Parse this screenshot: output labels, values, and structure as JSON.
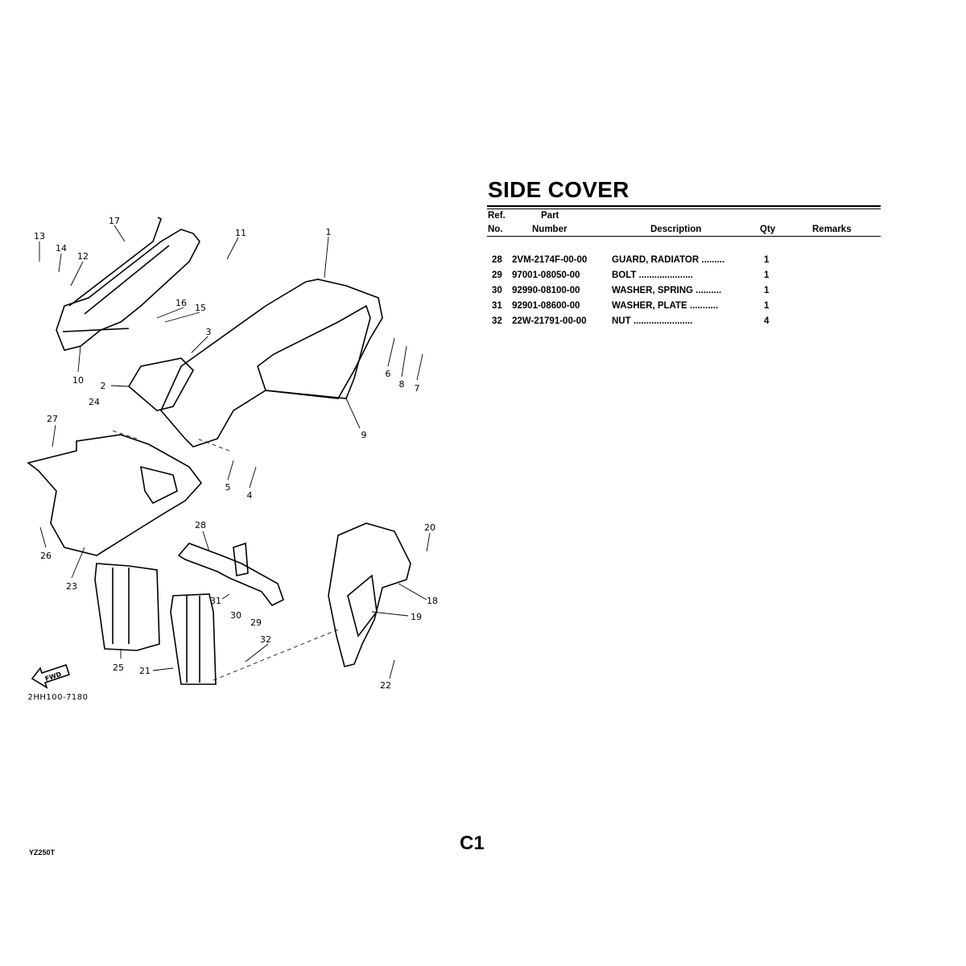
{
  "header": {
    "title": "SIDE COVER"
  },
  "table": {
    "columns": {
      "ref_line1": "Ref.",
      "ref_line2": "No.",
      "part_line1": "Part",
      "part_line2": "Number",
      "description": "Description",
      "qty": "Qty",
      "remarks": "Remarks"
    },
    "rows": [
      {
        "ref": "28",
        "part_number": "2VM-2174F-00-00",
        "description": "GUARD, RADIATOR .........",
        "qty": "1",
        "remarks": ""
      },
      {
        "ref": "29",
        "part_number": "97001-08050-00",
        "description": "BOLT .....................",
        "qty": "1",
        "remarks": ""
      },
      {
        "ref": "30",
        "part_number": "92990-08100-00",
        "description": "WASHER, SPRING ..........",
        "qty": "1",
        "remarks": ""
      },
      {
        "ref": "31",
        "part_number": "92901-08600-00",
        "description": "WASHER, PLATE ...........",
        "qty": "1",
        "remarks": ""
      },
      {
        "ref": "32",
        "part_number": "22W-21791-00-00",
        "description": "NUT .......................",
        "qty": "4",
        "remarks": ""
      }
    ]
  },
  "diagram": {
    "callouts": [
      "1",
      "2",
      "3",
      "4",
      "5",
      "6",
      "7",
      "8",
      "9",
      "10",
      "11",
      "12",
      "13",
      "14",
      "15",
      "16",
      "17",
      "18",
      "19",
      "20",
      "21",
      "22",
      "23",
      "24",
      "25",
      "26",
      "27",
      "28",
      "29",
      "30",
      "31",
      "32"
    ],
    "direction_label": "FWD",
    "drawing_code": "2HH100-7180"
  },
  "footer": {
    "page_id": "C1",
    "model": "YZ250T"
  }
}
